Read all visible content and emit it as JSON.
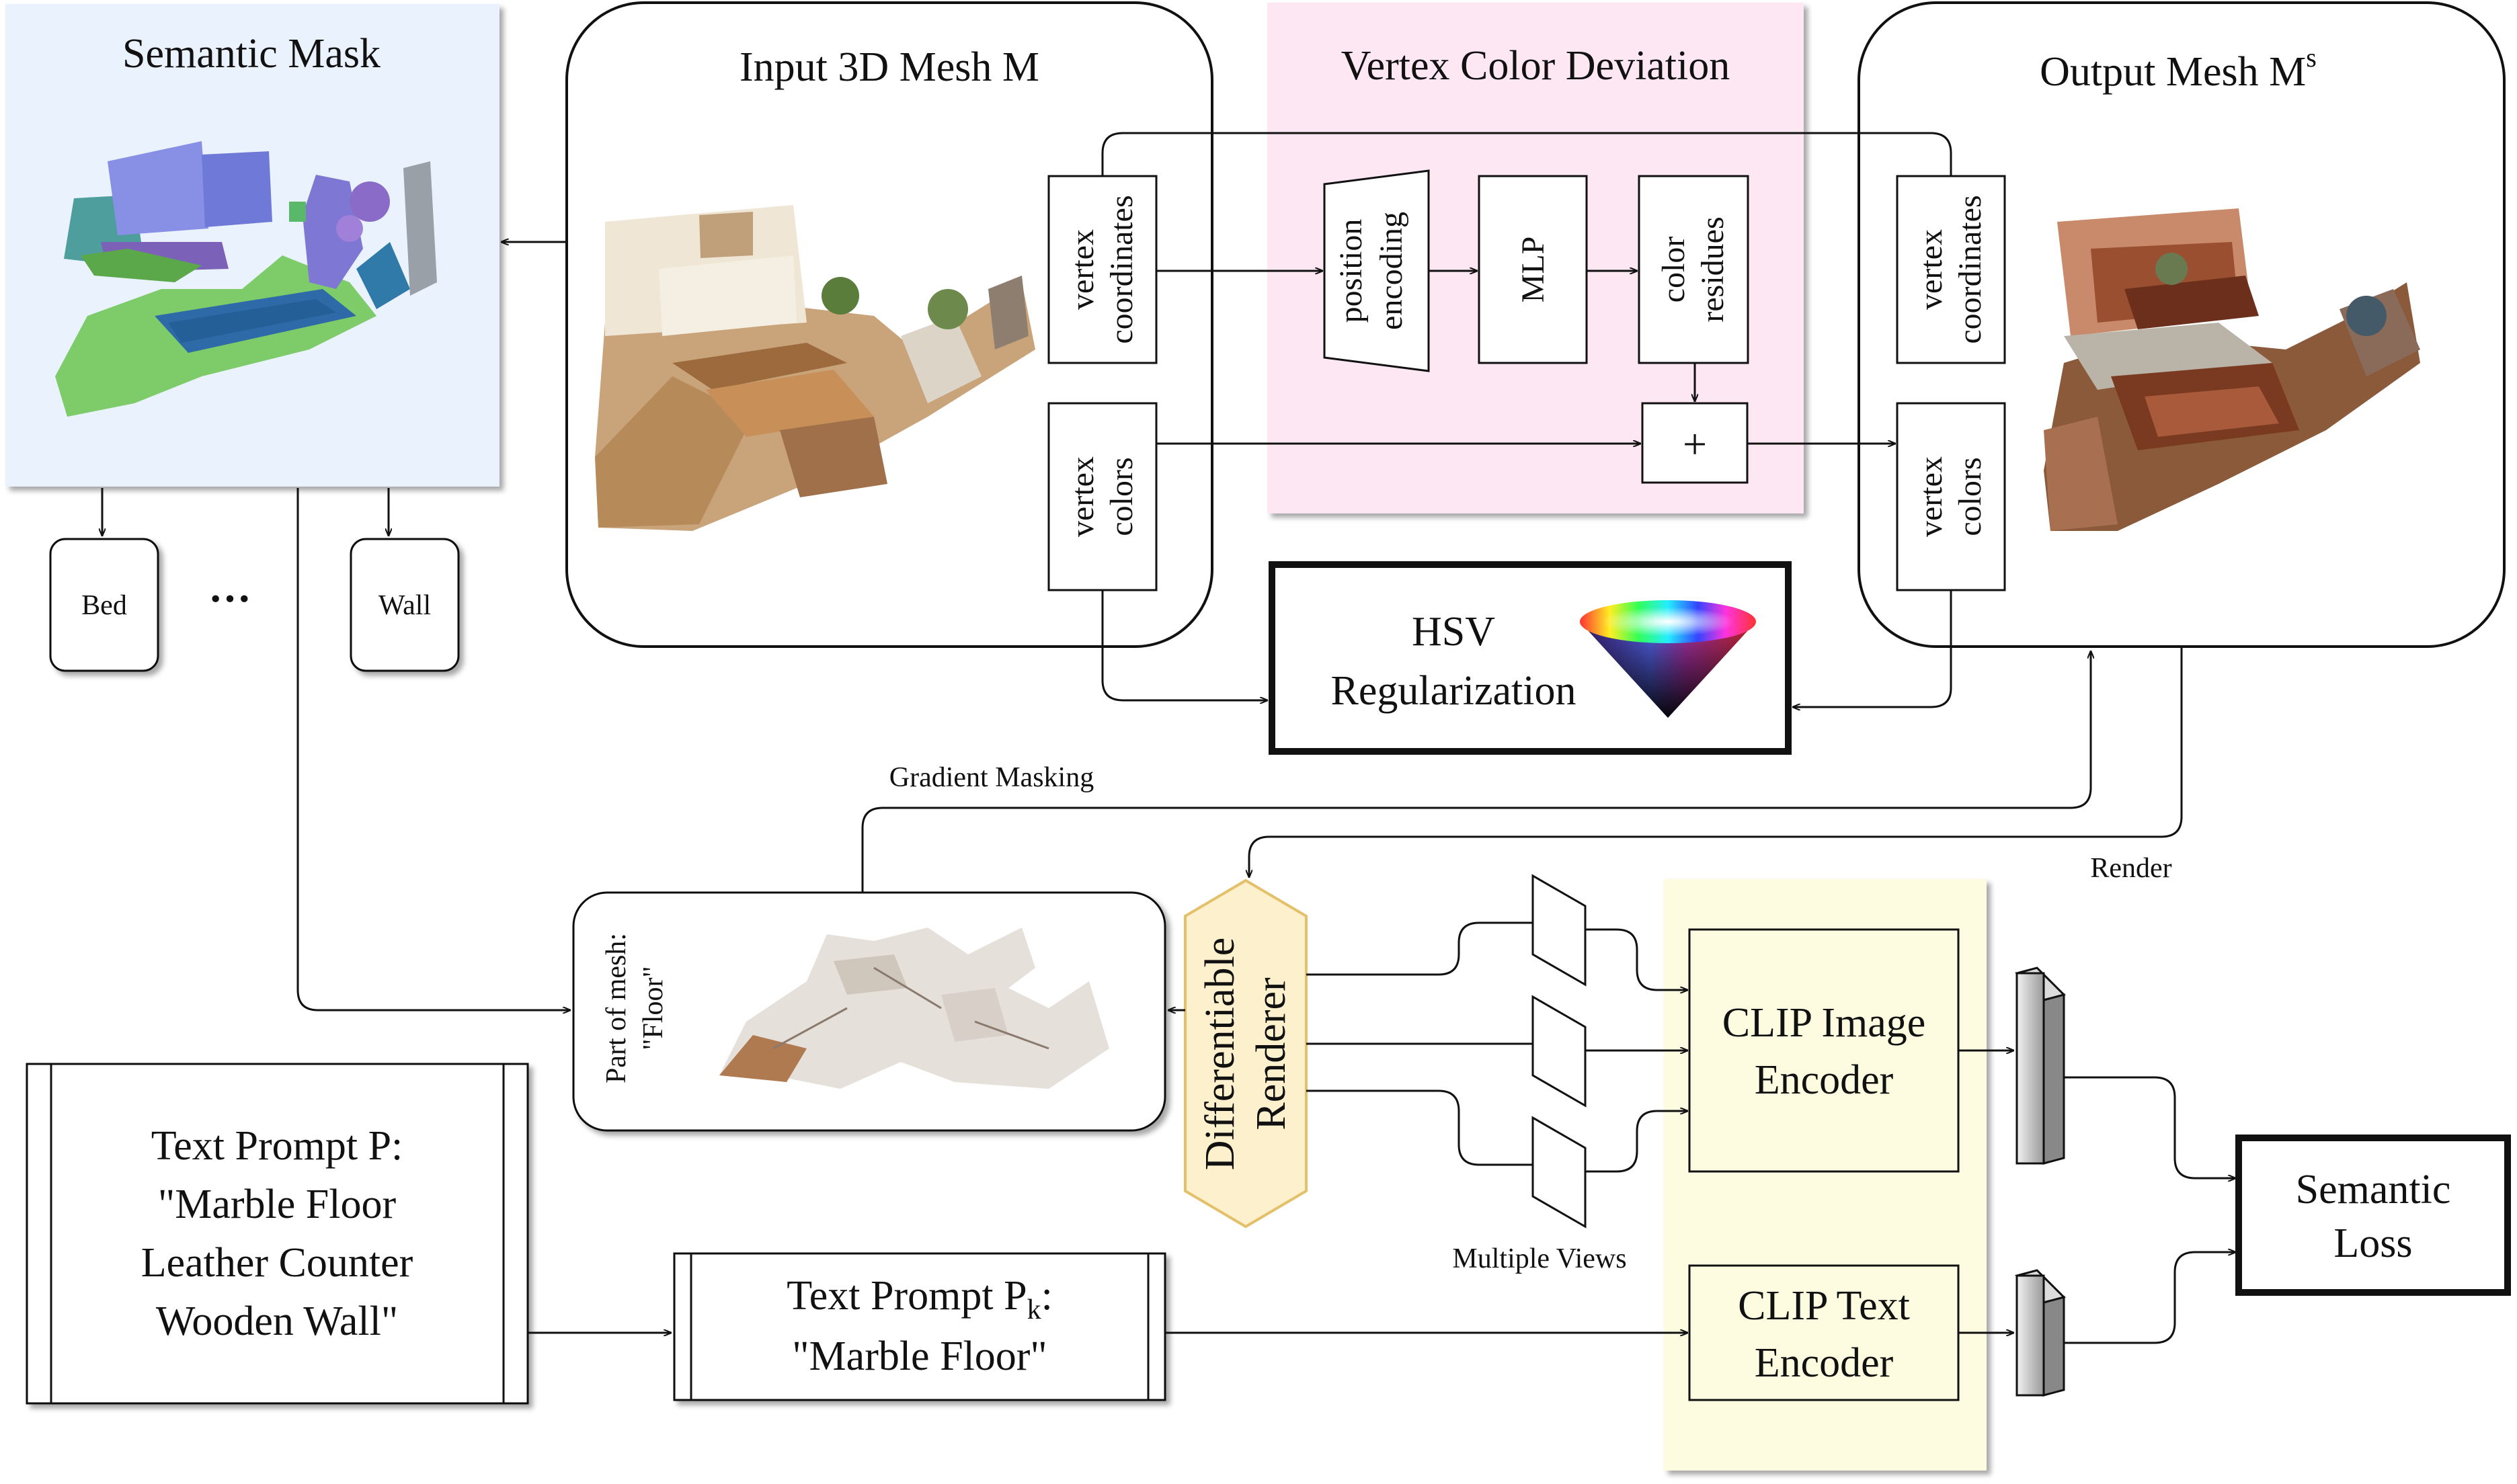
{
  "semantic_mask": {
    "title": "Semantic Mask",
    "class_bed": "Bed",
    "ellipsis": "···",
    "class_wall": "Wall"
  },
  "input_mesh": {
    "title": "Input 3D Mesh M",
    "vertex_coordinates": [
      "vertex",
      "coordinates"
    ],
    "vertex_colors": [
      "vertex",
      "colors"
    ]
  },
  "vertex_color_deviation": {
    "title": "Vertex Color Deviation",
    "position_encoding": [
      "position",
      "encoding"
    ],
    "mlp": "MLP",
    "color_residues": [
      "color",
      "residues"
    ],
    "plus": "+"
  },
  "output_mesh": {
    "title": "Output Mesh M",
    "title_superscript": "s",
    "vertex_coordinates": [
      "vertex",
      "coordinates"
    ],
    "vertex_colors": [
      "vertex",
      "colors"
    ]
  },
  "hsv_regularization": {
    "line1": "HSV",
    "line2": "Regularization"
  },
  "gradient_masking": "Gradient Masking",
  "render": "Render",
  "part_of_mesh": {
    "line1": "Part of mesh:",
    "line2": "\"Floor\""
  },
  "differentiable_renderer": {
    "line1": "Differentiable",
    "line2": "Renderer"
  },
  "multiple_views": "Multiple Views",
  "clip_image_encoder": {
    "line1": "CLIP Image",
    "line2": "Encoder"
  },
  "clip_text_encoder": {
    "line1": "CLIP Text",
    "line2": "Encoder"
  },
  "semantic_loss": {
    "line1": "Semantic",
    "line2": "Loss"
  },
  "text_prompt": {
    "line1": "Text Prompt P:",
    "line2": "\"Marble Floor",
    "line3": "Leather Counter",
    "line4": "Wooden Wall\""
  },
  "text_prompt_k": {
    "line1": "Text Prompt P",
    "line1_subscript": "k",
    "line1_suffix": ":",
    "line2": "\"Marble Floor\""
  },
  "colors": {
    "semantic_panel": "#eaf2fd",
    "vertex_color_panel": "#fde7f3",
    "clip_panel": "#fdfbe0",
    "renderer": "#fdf0cc",
    "renderer_border": "#e4c06a"
  }
}
